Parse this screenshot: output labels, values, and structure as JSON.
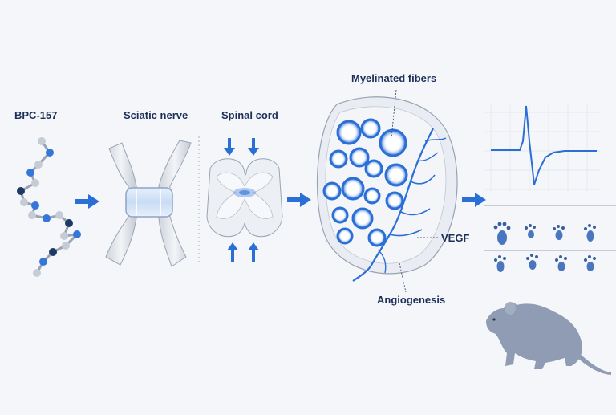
{
  "labels": {
    "peptide": "BPC-157",
    "sciatic": "Sciatic nerve",
    "spinal": "Spinal cord",
    "myelinated": "Myelinated fibers",
    "vegf": "VEGF",
    "angiogenesis": "Angiogenesis"
  },
  "colors": {
    "accent": "#2a6fd6",
    "label": "#1c2f57",
    "background": "#f4f6fa",
    "tissue_outline": "#9aa4b4",
    "rat": "#8f9cb3"
  },
  "icons": [
    "peptide-molecule",
    "nerve-conduit",
    "spinal-cross-section",
    "nerve-cross-section",
    "emg-trace",
    "footprint",
    "rat"
  ]
}
